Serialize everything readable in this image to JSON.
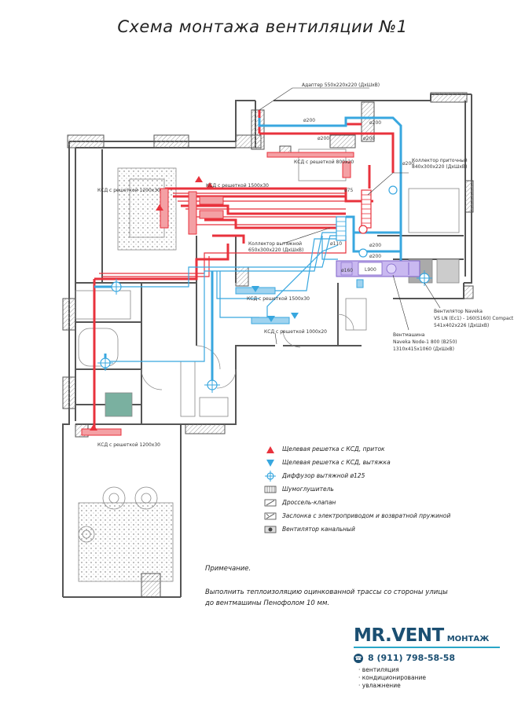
{
  "title": "Схема монтажа вентиляции №1",
  "labels": {
    "adapter": "Адаптер 550х220х220 (ДхШхВ)",
    "d200_a": "ø200",
    "d200_b": "ø200",
    "d200_c": "ø200",
    "d200_d": "ø200",
    "d200_e": "ø200",
    "d200_f": "ø200",
    "d200_g": "ø200",
    "ksd800": "КСД с решеткой 800х20",
    "collector_in_1": "Коллектор приточный",
    "collector_in_2": "840х300х220 (ДхШхВ)",
    "ksd1200_top": "КСД с решеткой 1200х30",
    "ksd1500_top": "КСД с решеткой 1500х30",
    "d75": "ø75",
    "collector_out_1": "Коллектор вытяжной",
    "collector_out_2": "650х300х220 (ДхШхВ)",
    "d110": "ø110",
    "d160": "ø160",
    "l900": "L900",
    "ksd1500_mid": "КСД с решеткой 1500х30",
    "ksd1000": "КСД с решеткой 1000х20",
    "fan_1": "Вентилятор Naveka",
    "fan_2": "VS LN (Ec1) - 160(S160) Compact",
    "fan_3": "541х402х226 (ДхШхВ)",
    "unit_1": "Вентмашина",
    "unit_2": "Naveka Node-1 800 (B250)",
    "unit_3": "1310х415х1060 (ДхШхВ)",
    "ksd1200_bot": "КСД с решеткой 1200х30"
  },
  "legend": [
    {
      "icon": "supply-grille-icon",
      "text": "Щелевая решетка с КСД, приток"
    },
    {
      "icon": "exhaust-grille-icon",
      "text": "Щелевая решетка с КСД, вытяжка"
    },
    {
      "icon": "diffuser-icon",
      "text": "Диффузор вытяжной ø125"
    },
    {
      "icon": "silencer-icon",
      "text": "Шумоглушитель"
    },
    {
      "icon": "throttle-valve-icon",
      "text": "Дроссель-клапан"
    },
    {
      "icon": "damper-icon",
      "text": "Заслонка с электроприводом и возвратной пружиной"
    },
    {
      "icon": "duct-fan-icon",
      "text": "Вентилятор канальный"
    }
  ],
  "note": {
    "heading": "Примечание.",
    "line1": "Выполнить теплоизоляцию оцинкованной трассы со стороны улицы",
    "line2": "до вентмашины Пенофолом 10 мм."
  },
  "brand": {
    "name": "MR.VENT",
    "suffix": "МОНТАЖ",
    "phone": "8 (911) 798-58-58",
    "services": [
      "вентиляция",
      "кондиционирование",
      "увлажнение"
    ]
  },
  "colors": {
    "supply": "#e8323c",
    "exhaust": "#38a7df",
    "unit": "#a98ee0",
    "wall": "#555555",
    "brand": "#1b4f72",
    "accent": "#2aa6c8"
  }
}
